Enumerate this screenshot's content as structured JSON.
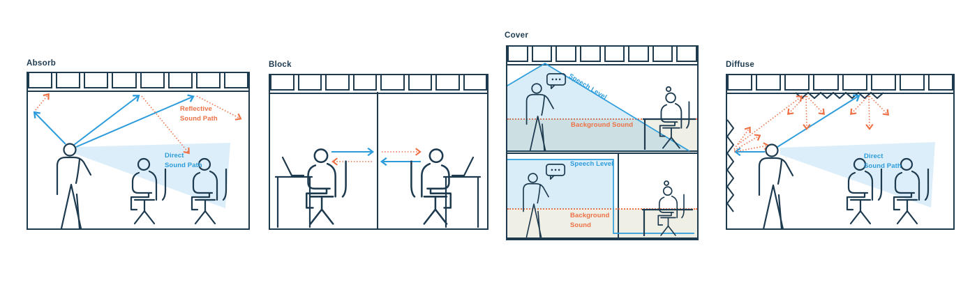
{
  "colors": {
    "outline_navy": "#1d3a4f",
    "accent_blue": "#2d9cdb",
    "accent_orange": "#ee7045",
    "fill_light_blue": "rgba(45,156,219,0.17)",
    "fill_tan": "#f0efe5",
    "background": "#ffffff"
  },
  "panels": {
    "absorb": {
      "title": "Absorb",
      "reflective_label": [
        "Reflective",
        "Sound Path"
      ],
      "direct_label": [
        "Direct",
        "Sound Path"
      ]
    },
    "block": {
      "title": "Block"
    },
    "cover": {
      "title": "Cover",
      "top": {
        "speech_level": "Speech Level",
        "background_sound": "Background Sound"
      },
      "bottom": {
        "speech_level": "Speech Level",
        "background_sound": [
          "Background",
          "Sound"
        ]
      }
    },
    "diffuse": {
      "title": "Diffuse",
      "direct_label": [
        "Direct",
        "Sound Path"
      ]
    }
  }
}
